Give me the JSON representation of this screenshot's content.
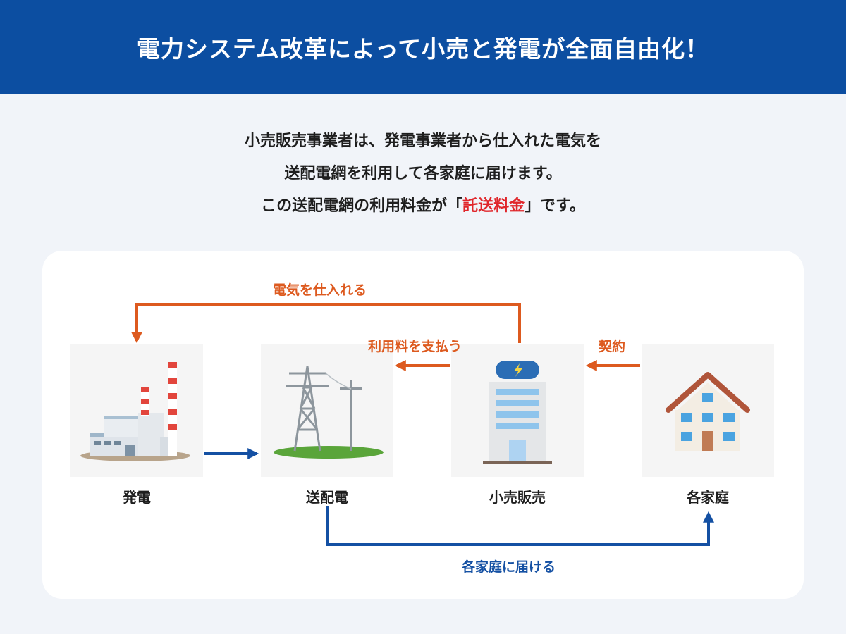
{
  "header": {
    "title": "電力システム改革によって小売と発電が全面自由化！"
  },
  "intro": {
    "line1": "小売販売事業者は、発電事業者から仕入れた電気を",
    "line2": "送配電網を利用して各家庭に届けます。",
    "line3_prefix": "この送配電網の利用料金が「",
    "line3_highlight": "託送料金",
    "line3_suffix": "」です。"
  },
  "nodes": {
    "generation": {
      "label": "発電",
      "icon": "power-plant-icon"
    },
    "transmission": {
      "label": "送配電",
      "icon": "transmission-tower-icon"
    },
    "retail": {
      "label": "小売販売",
      "icon": "retail-building-icon"
    },
    "household": {
      "label": "各家庭",
      "icon": "house-icon"
    }
  },
  "flows": {
    "purchase": "電気を仕入れる",
    "payment": "利用料を支払う",
    "contract": "契約",
    "delivery": "各家庭に届ける"
  },
  "colors": {
    "header_bg": "#0c4ea1",
    "highlight": "#e0262b",
    "orange_arrow": "#dd5a1f",
    "blue_arrow": "#1450a3"
  }
}
